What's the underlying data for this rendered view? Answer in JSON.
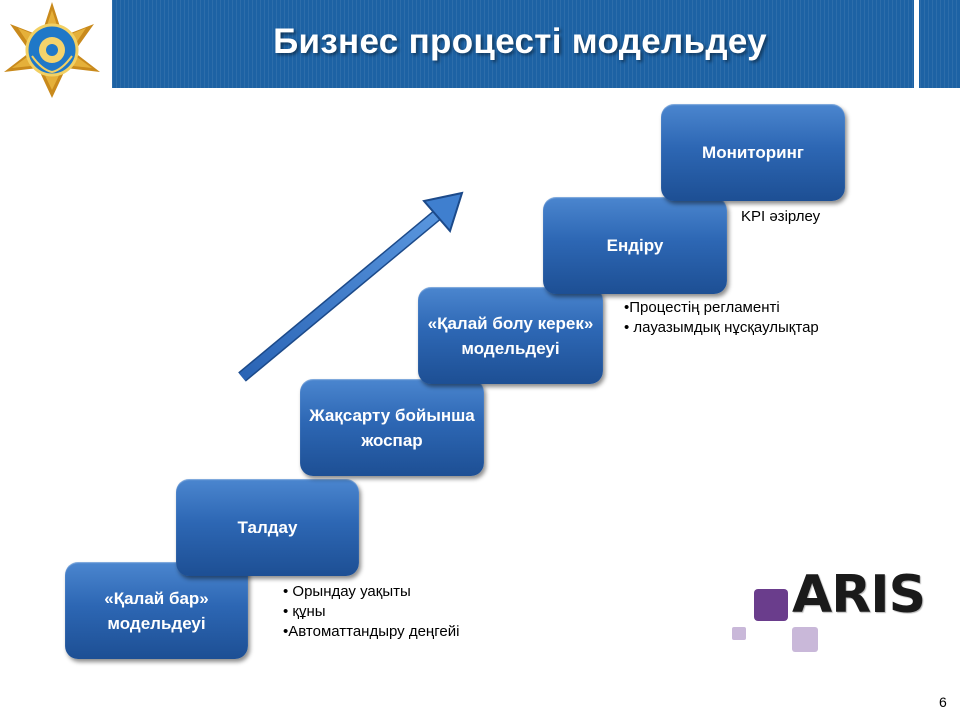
{
  "slide": {
    "title": "Бизнес процесті модельдеу",
    "page_number": "6"
  },
  "steps": [
    {
      "label": "«Қалай бар» модельдеуі"
    },
    {
      "label": "Талдау"
    },
    {
      "label": "Жақсарту бойынша жоспар"
    },
    {
      "label": "«Қалай болу керек» модельдеуі"
    },
    {
      "label": "Ендіру"
    },
    {
      "label": "Мониторинг"
    }
  ],
  "notes": {
    "as_is": [
      "• Орындау уақыты",
      "• құны",
      "•Автоматтандыру деңгейі"
    ],
    "to_be": [
      "•Процестің регламенті",
      "• лауазымдық нұсқаулықтар"
    ],
    "monitoring": "KPI әзірлеу"
  },
  "aris_logo": {
    "text": "ARIS",
    "colors": {
      "dark": "#6a3d8c",
      "light": "#c9b8d9"
    }
  },
  "colors": {
    "header": "#1d62a4",
    "step": "#2d67b4",
    "arrow": "#3f7fcf"
  },
  "icons": {
    "emblem": "national-emblem-icon",
    "arrow": "diagonal-up-arrow"
  }
}
